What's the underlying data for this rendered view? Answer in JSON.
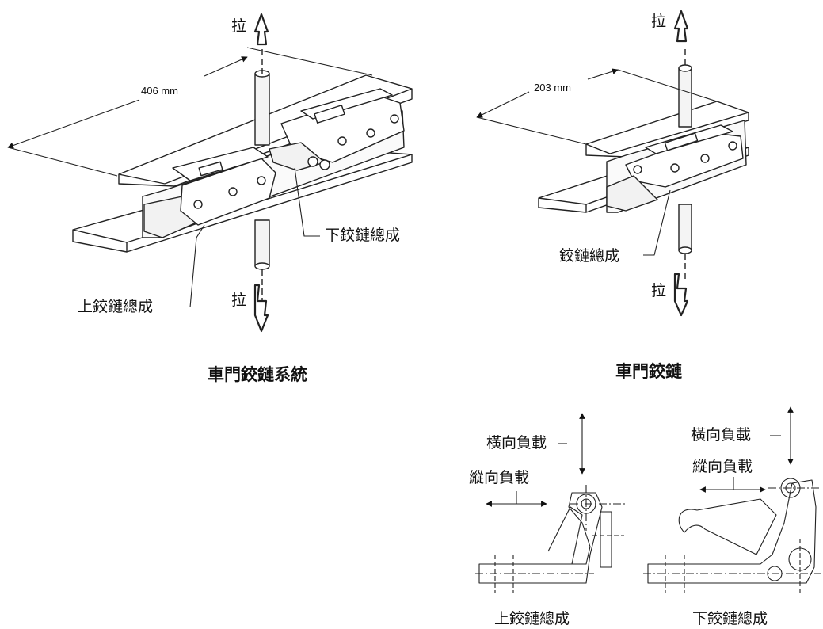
{
  "figure": {
    "system": {
      "pull_top": "拉",
      "pull_bottom": "拉",
      "dimension": "406 mm",
      "lower_hinge": "下鉸鏈總成",
      "upper_hinge": "上鉸鏈總成",
      "caption": "車門鉸鏈系統"
    },
    "single": {
      "pull_top": "拉",
      "pull_bottom": "拉",
      "dimension": "203 mm",
      "hinge": "鉸鏈總成",
      "caption": "車門鉸鏈"
    },
    "loads": {
      "upper_lateral": "橫向負載",
      "upper_longitudinal": "縱向負載",
      "upper_caption": "上鉸鏈總成",
      "lower_lateral": "橫向負載",
      "lower_longitudinal": "縱向負載",
      "lower_caption": "下鉸鏈總成"
    }
  }
}
